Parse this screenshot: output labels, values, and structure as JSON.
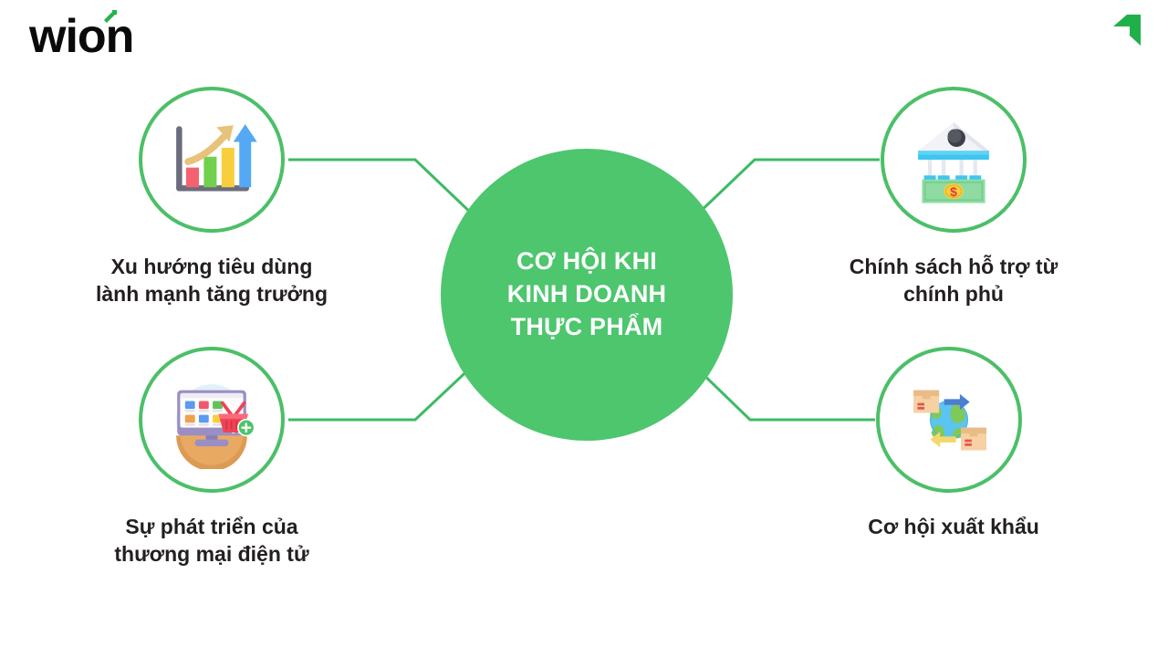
{
  "brand": {
    "wordmark": "wion",
    "logo_arrow_icon": "green-arrow-up-right-icon",
    "corner_mark_icon": "green-chevron-arrow-icon",
    "wordmark_color": "#0a0a0a",
    "accent_color": "#22b44c"
  },
  "theme": {
    "center_fill": "#4dc66e",
    "ring_stroke": "#4cbf68",
    "connector_stroke": "#3dba64",
    "label_color": "#231f20",
    "background": "#ffffff"
  },
  "center": {
    "title": "CƠ HỘI KHI\nKINH DOANH\nTHỰC PHẨM",
    "shape": "circle"
  },
  "branches": [
    {
      "id": "top-left",
      "label": "Xu hướng tiêu dùng\nlành mạnh tăng trưởng",
      "icon": "growth-bar-chart-icon",
      "position": "top-left"
    },
    {
      "id": "bottom-left",
      "label": "Sự phát triển của\nthương mại điện tử",
      "icon": "ecommerce-monitor-basket-icon",
      "position": "bottom-left"
    },
    {
      "id": "top-right",
      "label": "Chính sách hỗ trợ từ\nchính phủ",
      "icon": "government-bank-money-icon",
      "position": "top-right"
    },
    {
      "id": "bottom-right",
      "label": "Cơ hội xuất khẩu",
      "icon": "globe-export-boxes-icon",
      "position": "bottom-right"
    }
  ],
  "connectors": [
    {
      "id": "connector-top-left",
      "from": "top-left",
      "to": "center"
    },
    {
      "id": "connector-bottom-left",
      "from": "bottom-left",
      "to": "center"
    },
    {
      "id": "connector-top-right",
      "from": "top-right",
      "to": "center"
    },
    {
      "id": "connector-bottom-right",
      "from": "bottom-right",
      "to": "center"
    }
  ]
}
